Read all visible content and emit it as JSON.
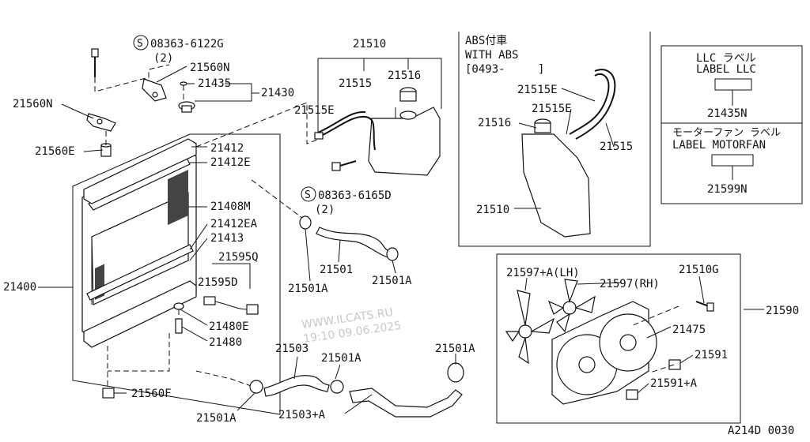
{
  "labels": {
    "p08363_6122G": "08363-6122G",
    "p08363_6122G_qty": "(2)",
    "p21560N_a": "21560N",
    "p21560N_b": "21560N",
    "p21435": "21435",
    "p21430": "21430",
    "p21560E": "21560E",
    "p21412": "21412",
    "p21412E": "21412E",
    "p21408M": "21408M",
    "p21412EA": "21412EA",
    "p21413": "21413",
    "p21595Q": "21595Q",
    "p21595D": "21595D",
    "p21400": "21400",
    "p21480E": "21480E",
    "p21480": "21480",
    "p21560F": "21560F",
    "p21510": "21510",
    "p21515": "21515",
    "p21516": "21516",
    "p21515E": "21515E",
    "p08363_6165D": "08363-6165D",
    "p08363_6165D_qty": "(2)",
    "p21501": "21501",
    "p21501A_a": "21501A",
    "p21501A_b": "21501A",
    "p21503": "21503",
    "p21501A_c": "21501A",
    "p21501A_d": "21501A",
    "p21501A_e": "21501A",
    "p21503A": "21503+A",
    "abs_jp": "ABS付車",
    "abs_en": "WITH ABS",
    "abs_range_open": "[0493-",
    "abs_range_close": "]",
    "abs_21515E_a": "21515E",
    "abs_21515E_b": "21515E",
    "abs_21516": "21516",
    "abs_21515": "21515",
    "abs_21510": "21510",
    "llc_jp": "LLC ラベル",
    "llc_en": "LABEL LLC",
    "llc_part": "21435N",
    "mf_jp": "モーターファン ラベル",
    "mf_en": "LABEL MOTORFAN",
    "mf_part": "21599N",
    "fan_21597A": "21597+A(LH)",
    "fan_21597RH": "21597(RH)",
    "fan_21510G": "21510G",
    "fan_21590": "21590",
    "fan_21475": "21475",
    "fan_21591": "21591",
    "fan_21591A": "21591+A",
    "watermark_site": "WWW.ILCATS.RU",
    "watermark_time": "19:10 09.06.2025",
    "diagram_code": "A214D 0030"
  }
}
